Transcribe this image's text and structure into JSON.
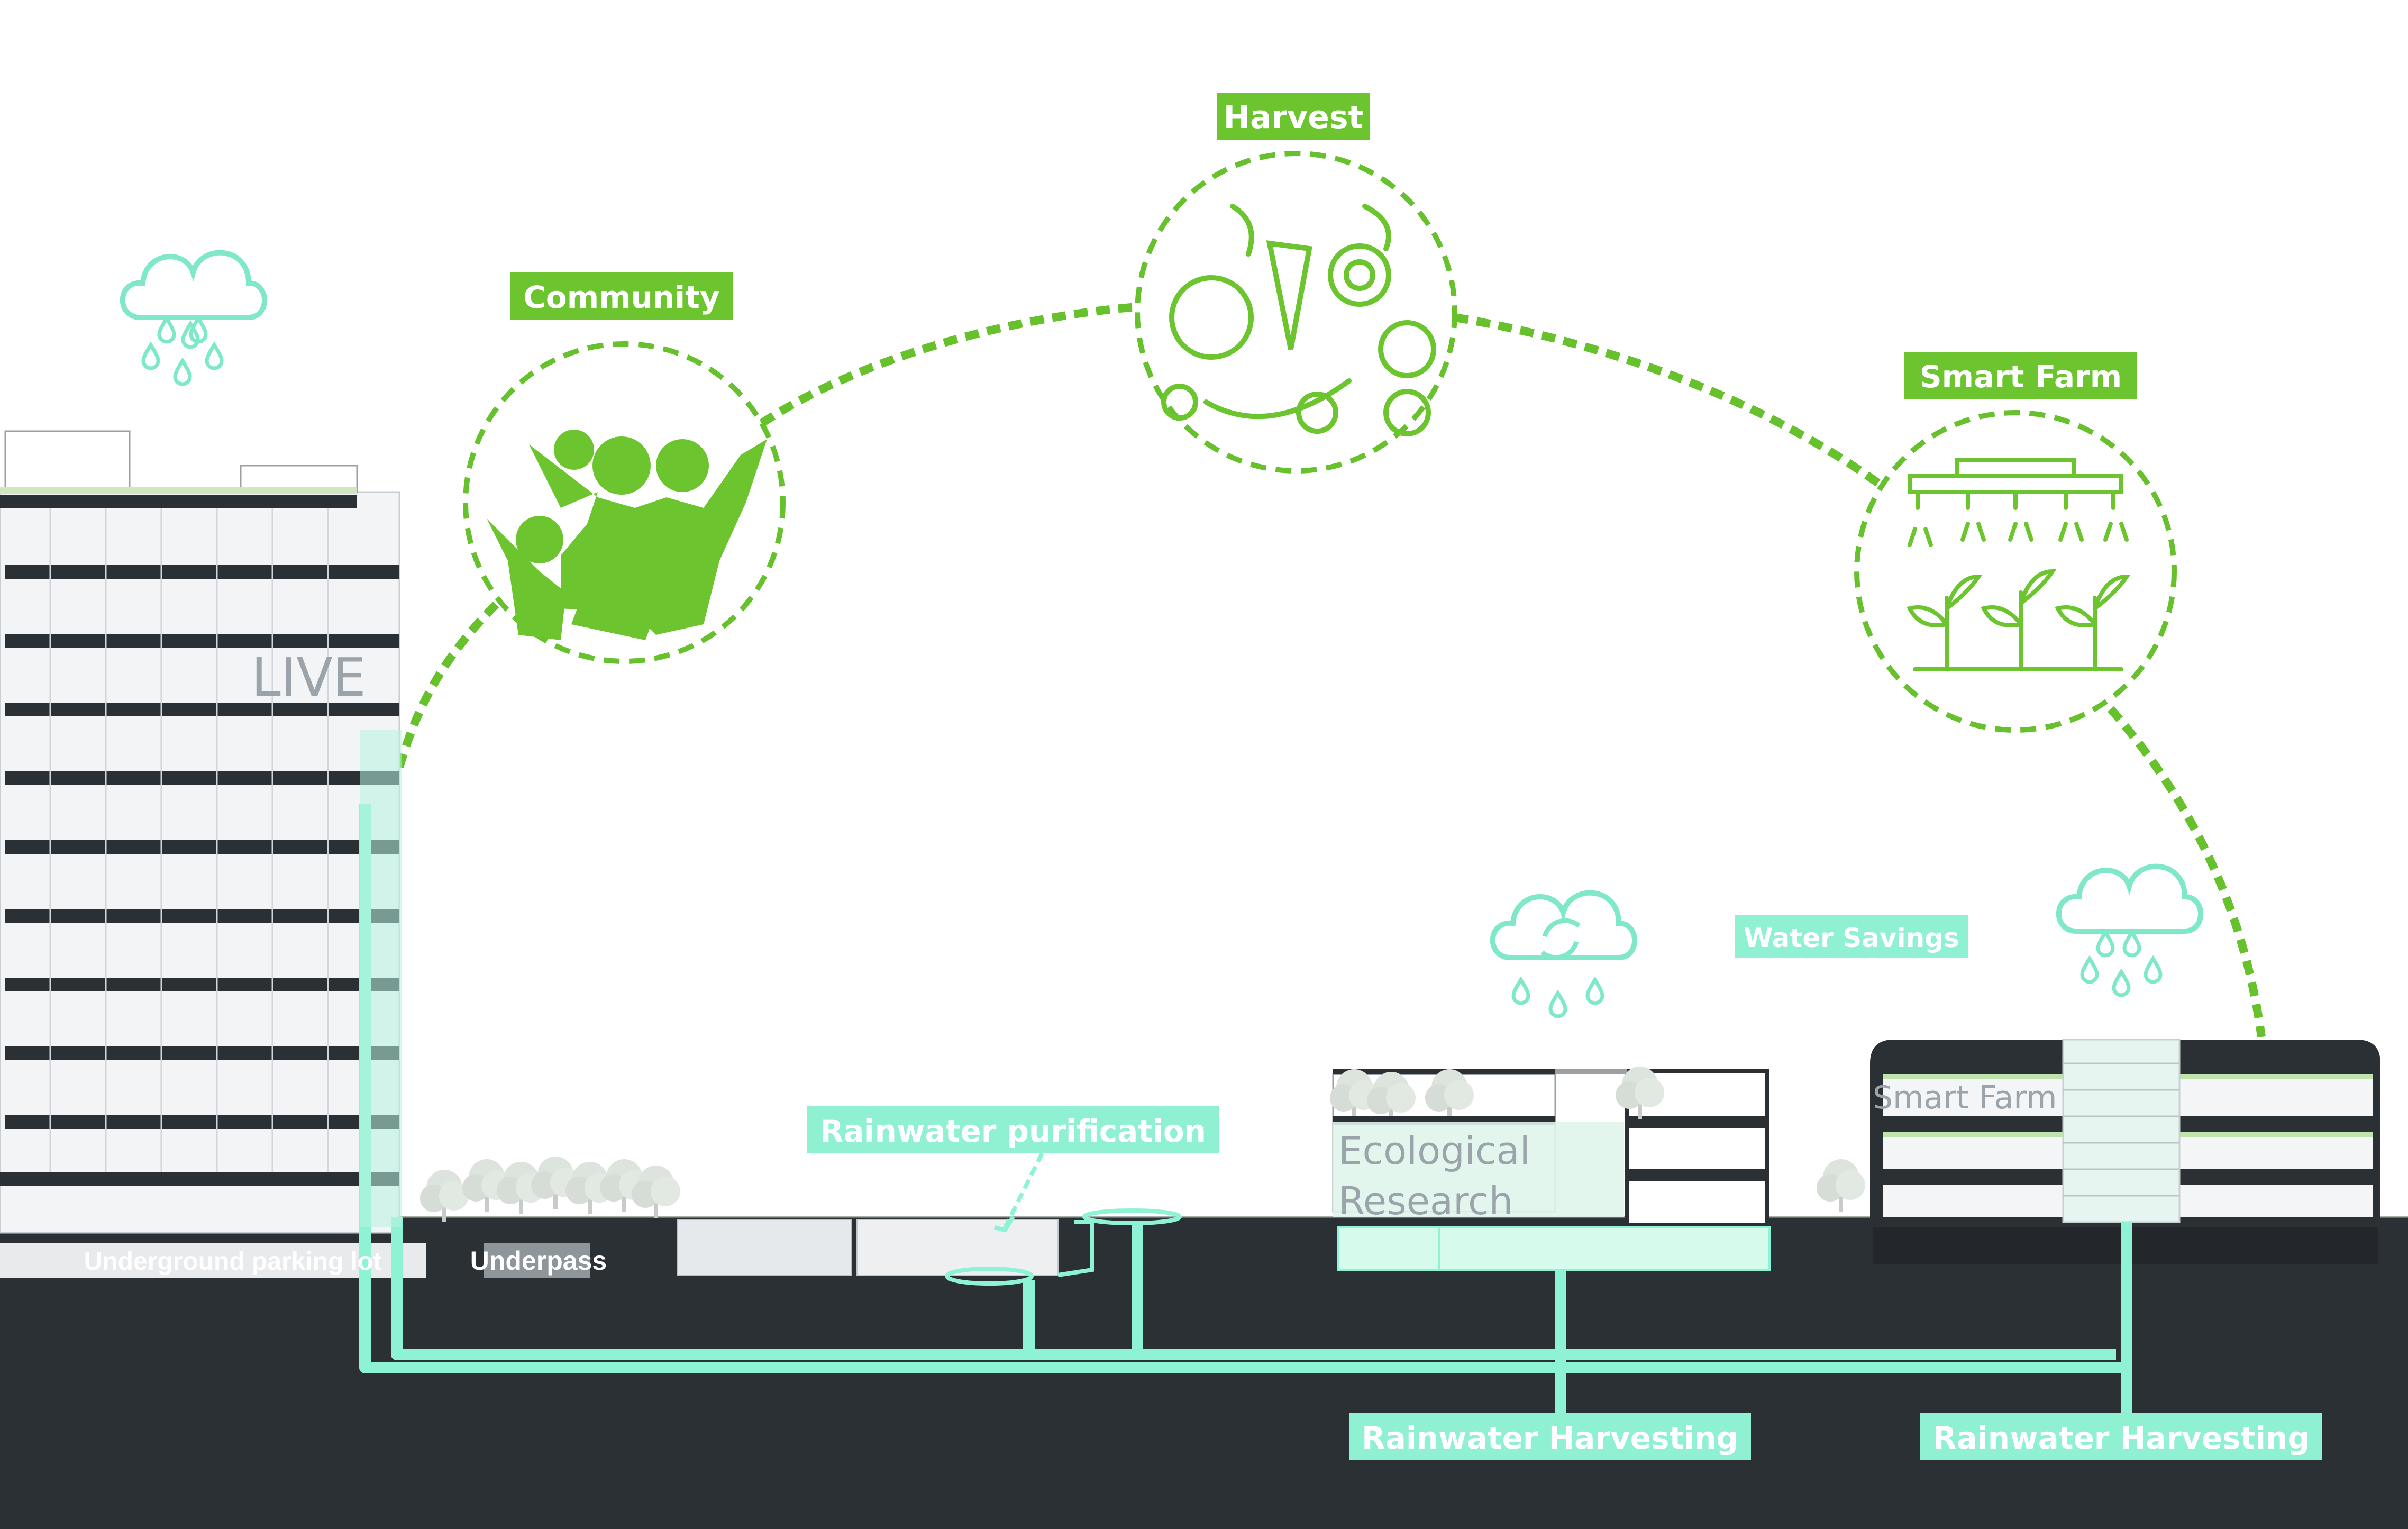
{
  "labels": {
    "harvest": "Harvest",
    "community": "Community",
    "smart_farm_tag": "Smart Farm",
    "live": "LIVE",
    "water_savings": "Water Savings",
    "rainwater_purification": "Rainwater purification",
    "underground_parking": "Underground parking lot",
    "underpass": "Underpass",
    "ecological_line1": "Ecological",
    "ecological_line2": "Research",
    "smart_farm_building": "Smart Farm",
    "rainwater_harvesting_1": "Rainwater Harvesting",
    "rainwater_harvesting_2": "Rainwater Harvesting"
  },
  "icons": [
    "rain-cloud-icon",
    "recycle-cloud-icon",
    "community-people-icon",
    "vegetables-icon",
    "smart-farm-sprinkler-icon",
    "tree-icon"
  ],
  "colors": {
    "green": "#6cc52f",
    "green_dash": "#66c12d",
    "water": "#8ff0d2",
    "water_line": "#8ef3d4",
    "ground": "#2b3035",
    "cloud": "#7fe8c8",
    "label_grey": "#9aa4aa"
  }
}
